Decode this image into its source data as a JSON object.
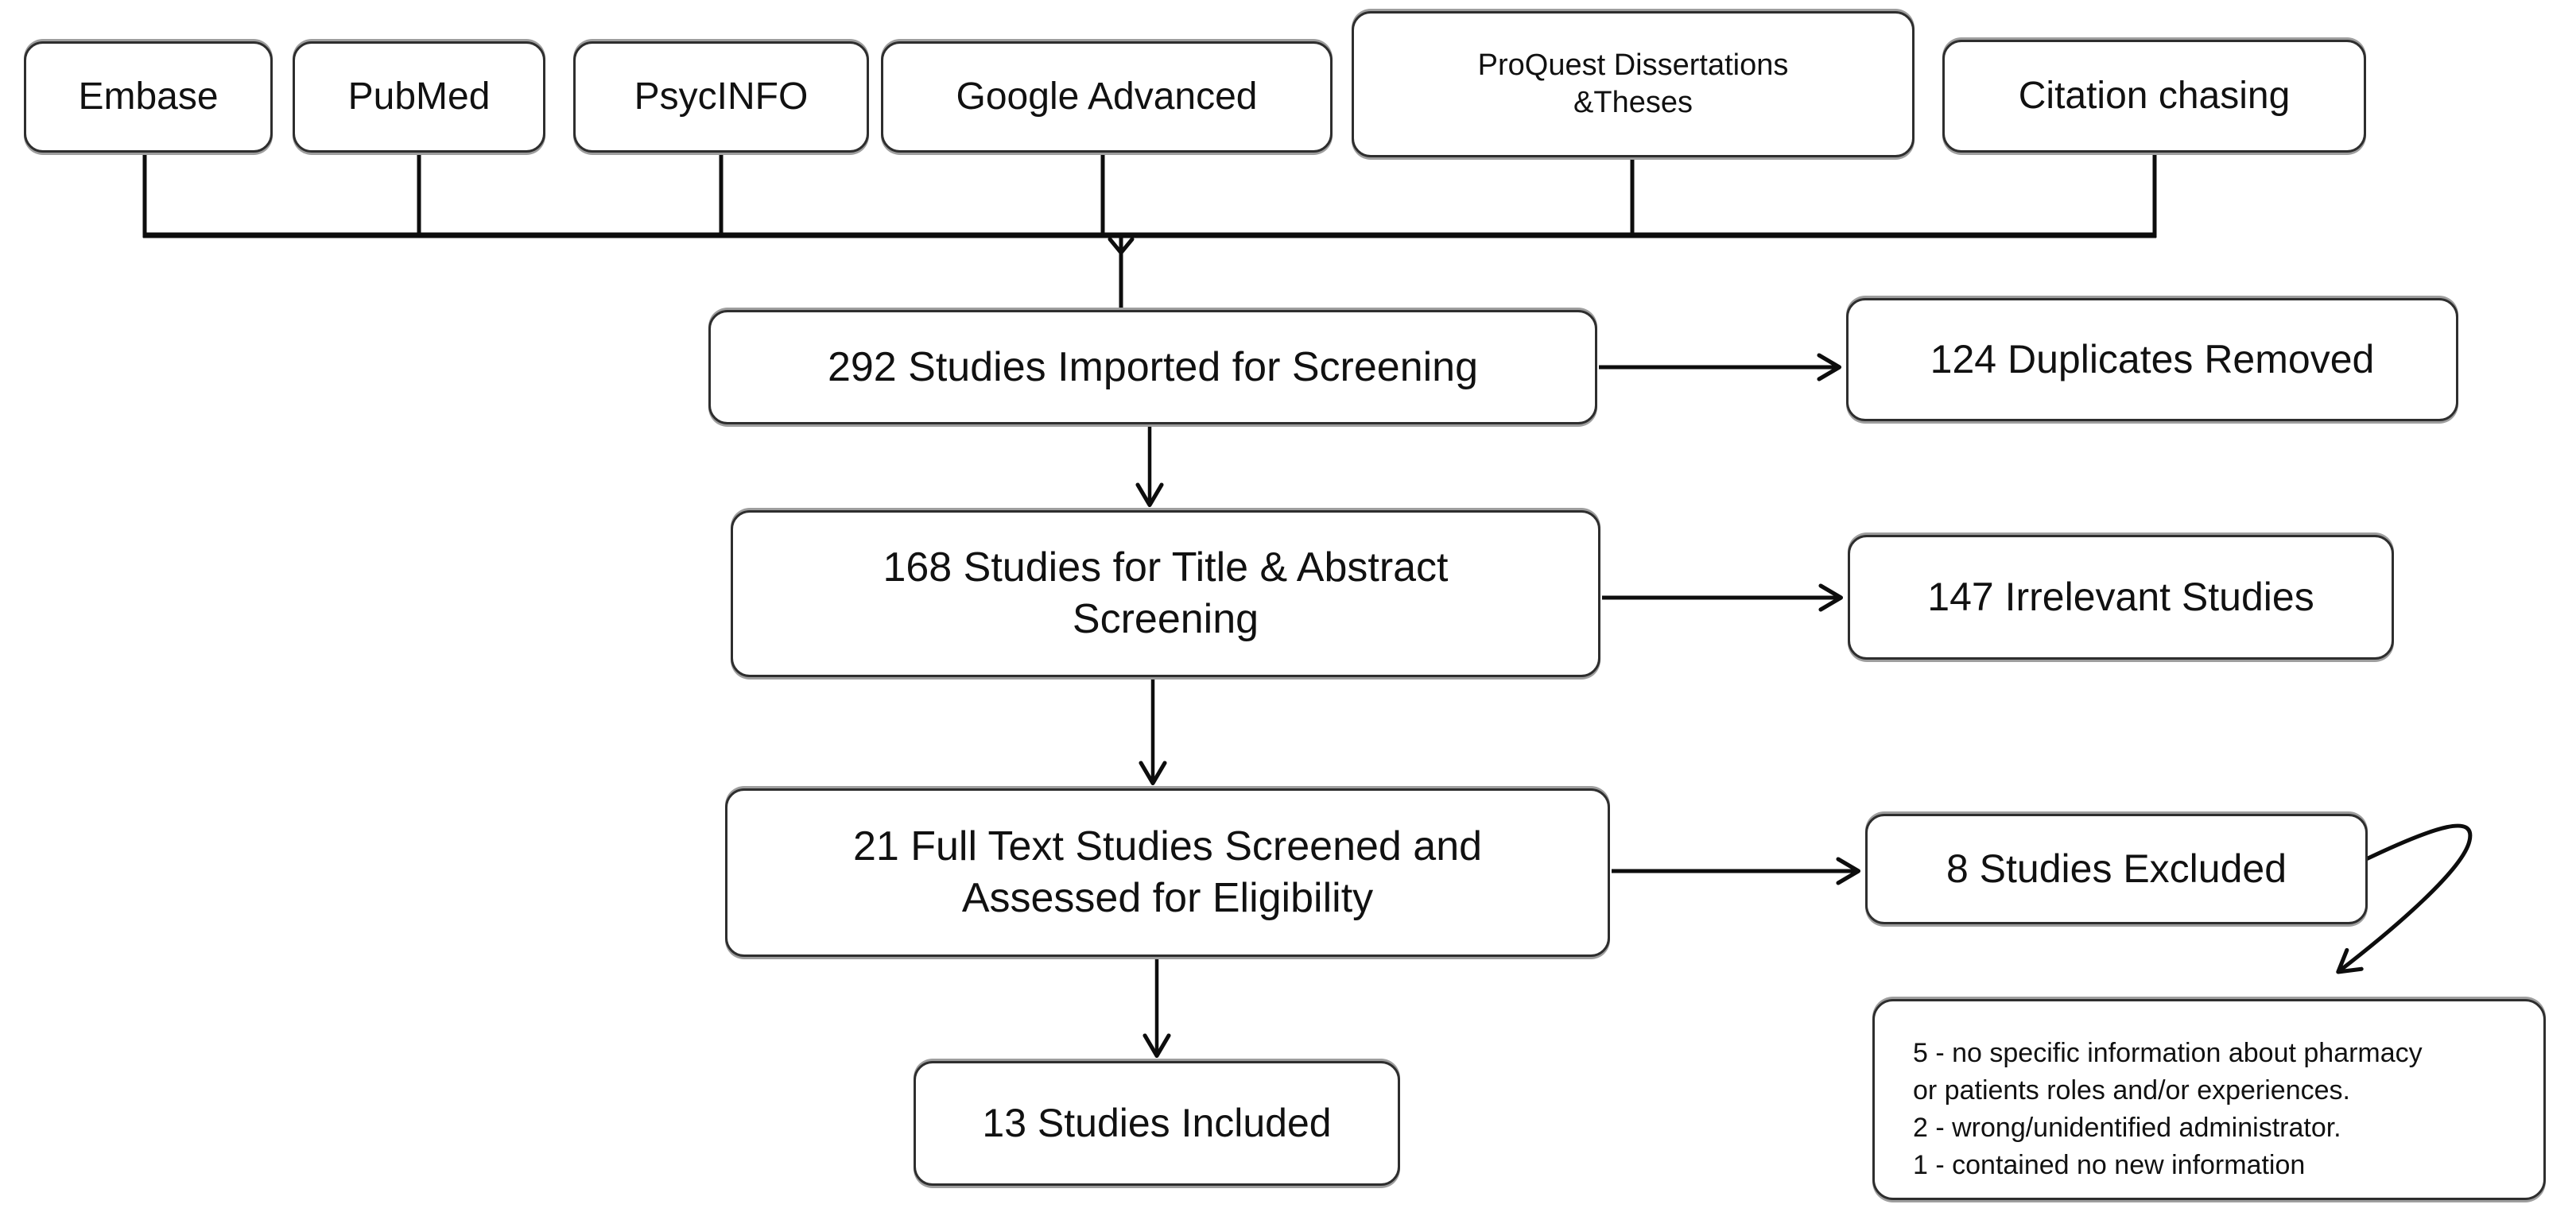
{
  "sources": [
    {
      "label": "Embase"
    },
    {
      "label": "PubMed"
    },
    {
      "label": "PsycINFO"
    },
    {
      "label": "Google Advanced"
    },
    {
      "label": "ProQuest Dissertations\n&Theses"
    },
    {
      "label": "Citation chasing"
    }
  ],
  "flow": [
    {
      "label": "292 Studies Imported for Screening"
    },
    {
      "label": "168 Studies for Title & Abstract\nScreening"
    },
    {
      "label": "21 Full Text Studies Screened and\nAssessed for Eligibility"
    },
    {
      "label": "13 Studies Included"
    }
  ],
  "side": [
    {
      "label": "124 Duplicates Removed"
    },
    {
      "label": "147 Irrelevant Studies"
    },
    {
      "label": "8 Studies Excluded"
    }
  ],
  "reasons": {
    "lines": [
      "5 - no specific information about pharmacy",
      "or patients roles and/or experiences.",
      "2 - wrong/unidentified administrator.",
      "1 - contained no new information"
    ]
  },
  "colors": {
    "line": "#0d0d0d",
    "box_border": "#2e2e2e",
    "box_fill": "#ffffff",
    "text": "#111111",
    "background": "#ffffff"
  }
}
